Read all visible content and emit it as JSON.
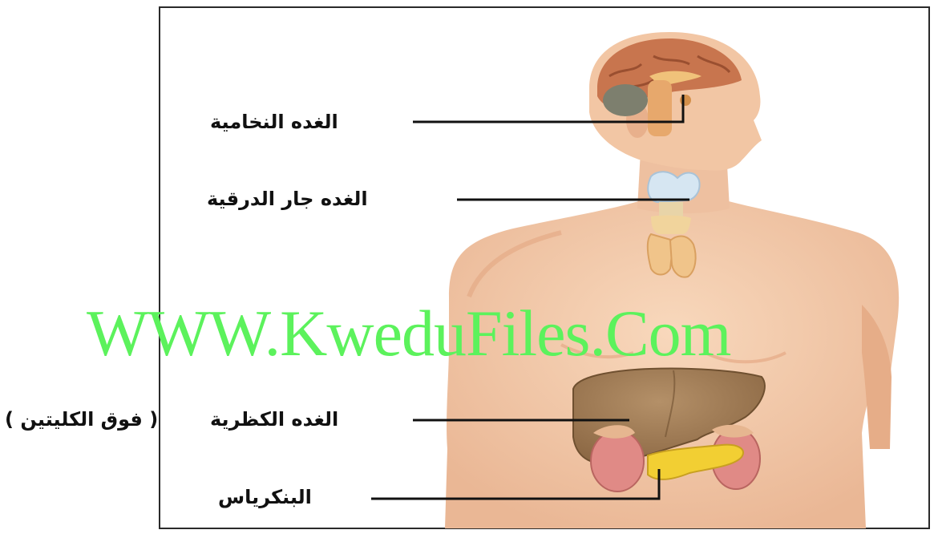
{
  "labels": {
    "pituitary": "الغده النخامية",
    "parathyroid": "الغده جار الدرقية",
    "adrenal": "الغده الكظرية",
    "adrenal_note": "( فوق الكليتين )",
    "pancreas": "البنكرياس"
  },
  "watermark": "WWW.KweduFiles.Com",
  "colors": {
    "skin": "#f3c9a6",
    "skin_shade": "#e9ad88",
    "liver": "#a07d56",
    "kidney": "#e08a86",
    "pancreas": "#f2cf33",
    "thyroid": "#f0c48a",
    "parathyroid": "#d6e6f2",
    "brain": "#c8754e",
    "watermark": "#5cf25c"
  }
}
